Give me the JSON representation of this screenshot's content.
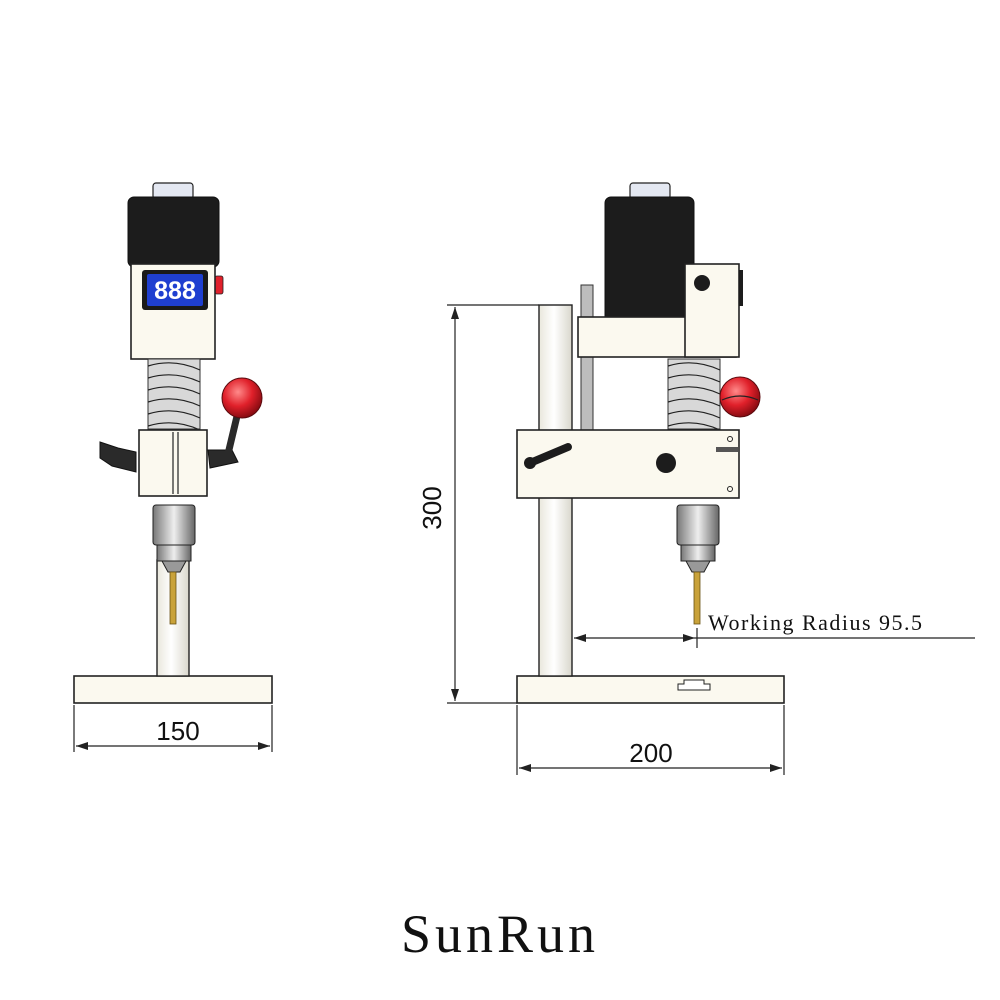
{
  "drawing": {
    "display_readout": "888",
    "front_view": {
      "width_dimension": "150"
    },
    "side_view": {
      "height_dimension": "300",
      "base_dimension": "200",
      "radius_annotation": "Working Radius 95.5"
    },
    "brand": "SunRun",
    "colors": {
      "motor": "#1c1c1c",
      "body": "#fbf9ef",
      "knob": "#e0202a",
      "display_blue": "#1f3fd0",
      "drill_bit": "#c9a23a",
      "outline": "#222222"
    }
  }
}
